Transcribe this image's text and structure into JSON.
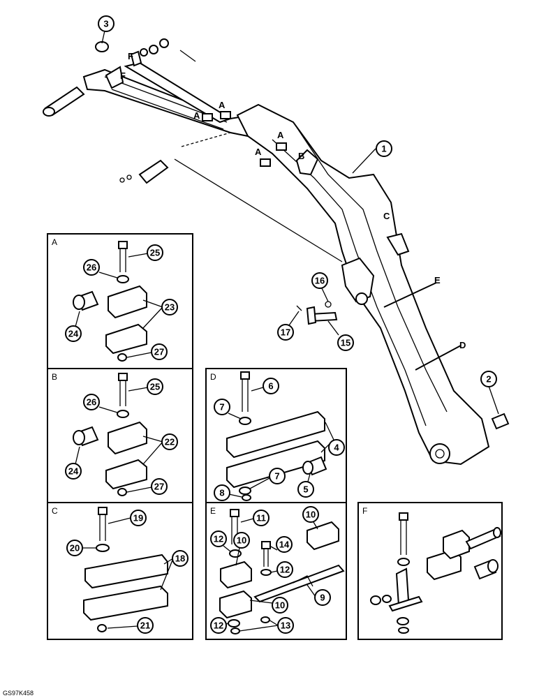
{
  "reference_code": "GS97K458",
  "main_callouts": {
    "boom": "1",
    "bushing": "2",
    "washer": "3",
    "pin": "15",
    "nut_16": "16",
    "pin_17": "17"
  },
  "main_letters": {
    "A1": "A",
    "A2": "A",
    "A3": "A",
    "A4": "A",
    "B": "B",
    "C": "C",
    "D": "D",
    "E": "E",
    "F1": "F",
    "F2": "F"
  },
  "panels": {
    "A": {
      "letter": "A",
      "callouts": [
        "25",
        "26",
        "23",
        "24",
        "27"
      ]
    },
    "B": {
      "letter": "B",
      "callouts": [
        "25",
        "26",
        "22",
        "24",
        "27"
      ]
    },
    "C": {
      "letter": "C",
      "callouts": [
        "19",
        "20",
        "18",
        "21"
      ]
    },
    "D": {
      "letter": "D",
      "callouts": [
        "6",
        "7",
        "4",
        "5",
        "7",
        "8"
      ]
    },
    "E": {
      "letter": "E",
      "callouts": [
        "11",
        "12",
        "10",
        "14",
        "12",
        "10",
        "9",
        "10",
        "12",
        "13"
      ]
    },
    "F": {
      "letter": "F"
    }
  }
}
